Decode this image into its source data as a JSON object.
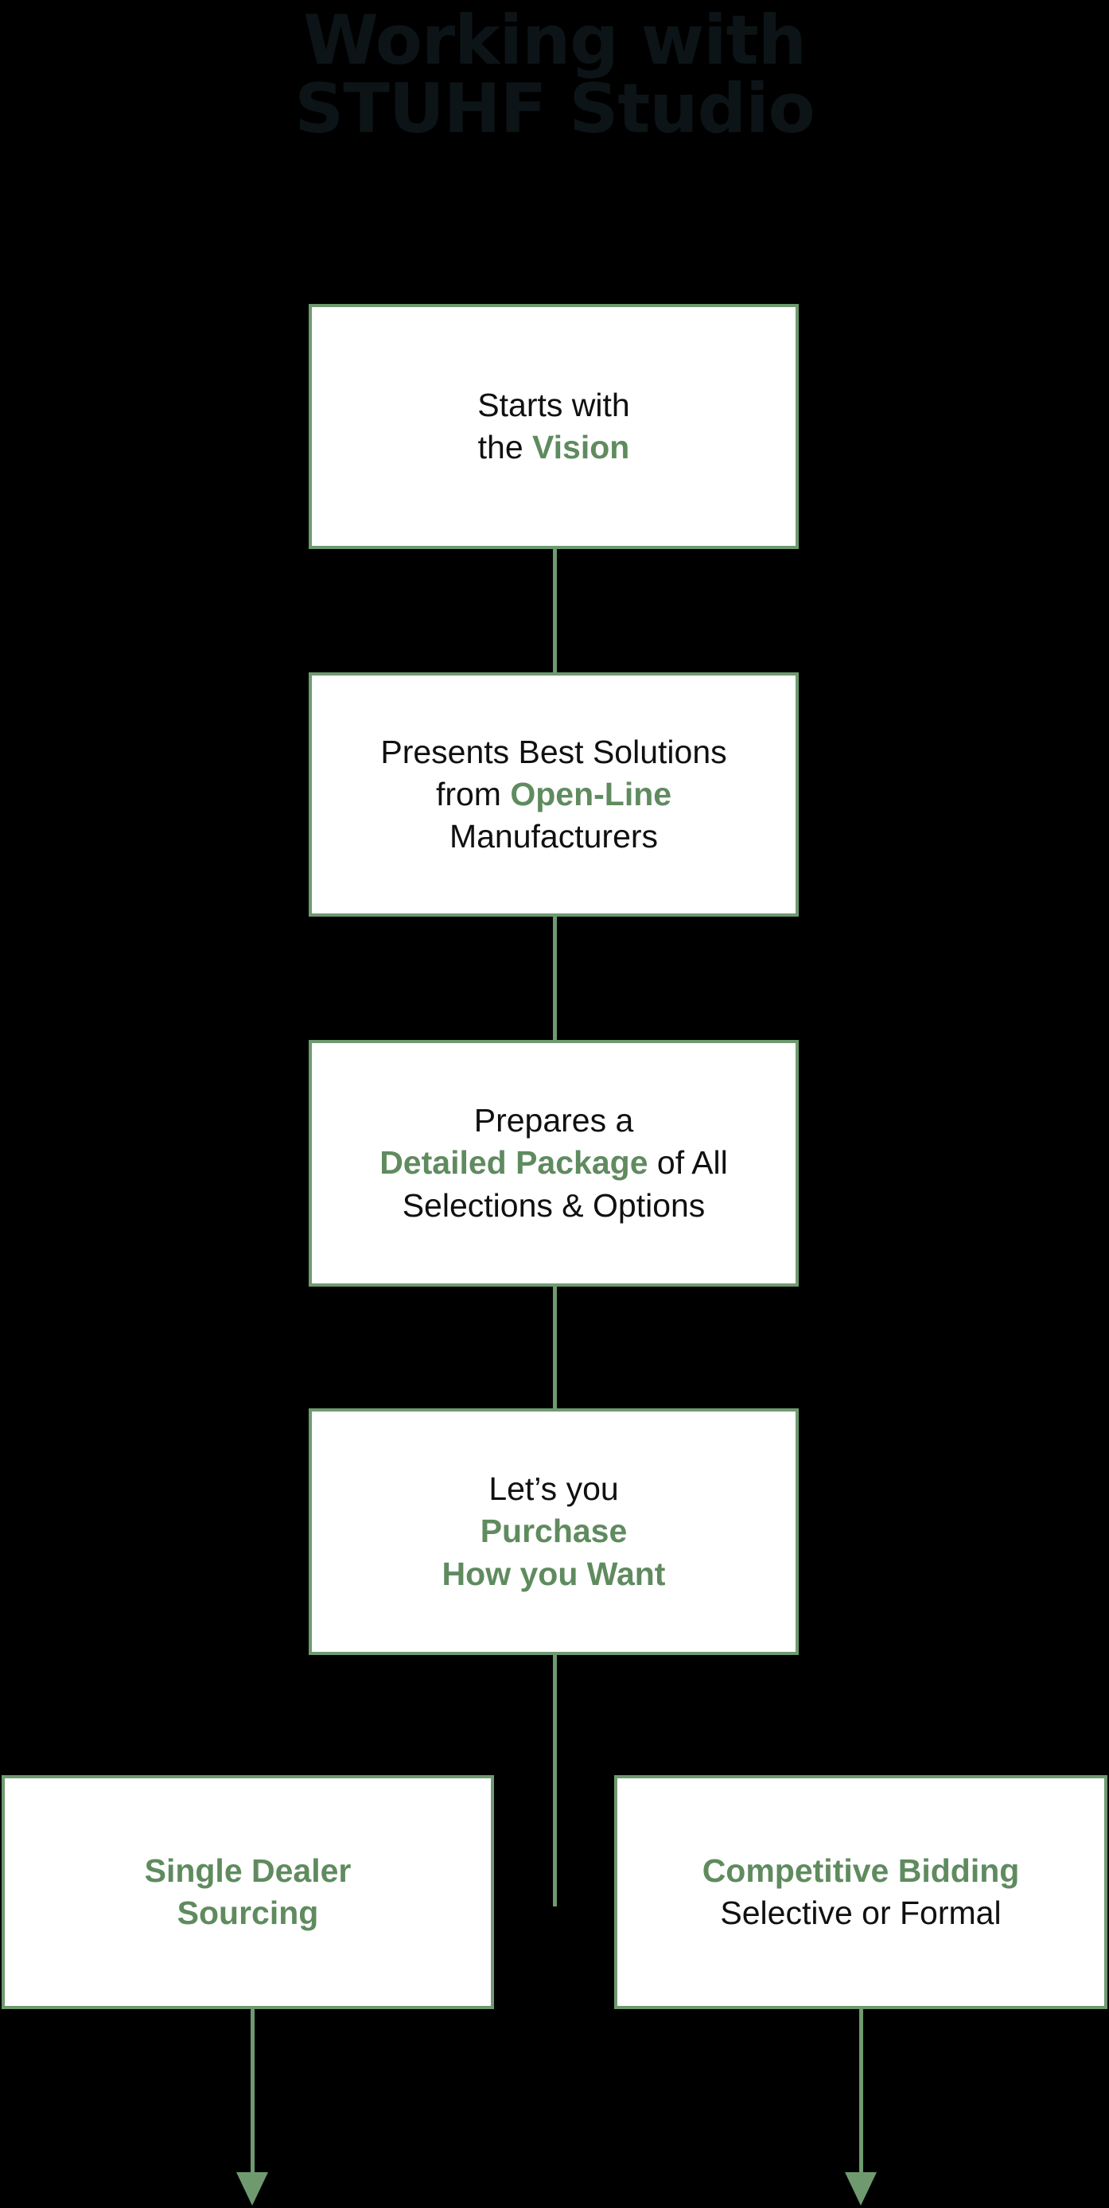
{
  "page": {
    "background_color": "#000000",
    "accent_color": "#5f8b5f",
    "border_color": "#6f9a70",
    "text_color": "#101010",
    "title_color": "#0d1418"
  },
  "title": {
    "text": "Working with\nSTUHF Studio",
    "line1": "Working with",
    "line2": "STUHF Studio"
  },
  "flow": {
    "boxes": [
      {
        "id": "vision",
        "name": "Starts with the Vision",
        "lines": [
          {
            "segments": [
              {
                "text": "Starts with",
                "style": "plain"
              }
            ]
          },
          {
            "segments": [
              {
                "text": "the ",
                "style": "plain"
              },
              {
                "text": "Vision",
                "style": "accent"
              }
            ]
          }
        ]
      },
      {
        "id": "solutions",
        "name": "Presents Best Solutions from Open-Line Manufacturers",
        "lines": [
          {
            "segments": [
              {
                "text": "Presents Best Solutions",
                "style": "plain"
              }
            ]
          },
          {
            "segments": [
              {
                "text": "from ",
                "style": "plain"
              },
              {
                "text": "Open-Line",
                "style": "accent"
              }
            ]
          },
          {
            "segments": [
              {
                "text": "Manufacturers",
                "style": "plain"
              }
            ]
          }
        ]
      },
      {
        "id": "package",
        "name": "Prepares a Detailed Package of All Selections & Options",
        "lines": [
          {
            "segments": [
              {
                "text": "Prepares a",
                "style": "plain"
              }
            ]
          },
          {
            "segments": [
              {
                "text": "Detailed Package",
                "style": "accent"
              },
              {
                "text": " of All",
                "style": "plain"
              }
            ]
          },
          {
            "segments": [
              {
                "text": "Selections & Options",
                "style": "plain"
              }
            ]
          }
        ]
      },
      {
        "id": "purchase",
        "name": "Let's you Purchase How you Want",
        "lines": [
          {
            "segments": [
              {
                "text": "Let’s you",
                "style": "plain"
              }
            ]
          },
          {
            "segments": [
              {
                "text": "Purchase",
                "style": "accent"
              }
            ]
          },
          {
            "segments": [
              {
                "text": "How you Want",
                "style": "accent"
              }
            ]
          }
        ]
      },
      {
        "id": "single-dealer",
        "name": "Single Dealer Sourcing",
        "lines": [
          {
            "segments": [
              {
                "text": "Single Dealer",
                "style": "accent"
              }
            ]
          },
          {
            "segments": [
              {
                "text": "Sourcing",
                "style": "accent"
              }
            ]
          }
        ]
      },
      {
        "id": "competitive",
        "name": "Competitive Bidding Selective or Formal",
        "lines": [
          {
            "segments": [
              {
                "text": "Competitive Bidding",
                "style": "accent"
              }
            ]
          },
          {
            "segments": [
              {
                "text": "Selective or Formal",
                "style": "plain"
              }
            ]
          }
        ]
      }
    ],
    "connectors": [
      {
        "id": "conn-1-2",
        "from": "vision",
        "to": "solutions"
      },
      {
        "id": "conn-2-3",
        "from": "solutions",
        "to": "package"
      },
      {
        "id": "conn-3-4",
        "from": "package",
        "to": "purchase"
      },
      {
        "id": "conn-4-split",
        "from": "purchase",
        "to": "split"
      }
    ],
    "arrows": [
      {
        "id": "arrow-left",
        "from": "single-dealer",
        "direction": "down"
      },
      {
        "id": "arrow-right",
        "from": "competitive",
        "direction": "down"
      }
    ]
  }
}
